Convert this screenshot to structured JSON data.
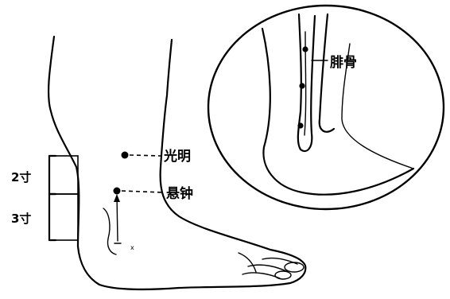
{
  "labels": {
    "guangming": "光明",
    "xuanzhong": "悬钟",
    "fibula": "腓骨",
    "measure_upper": "2寸",
    "measure_lower": "3寸",
    "tiny_mark": "x"
  },
  "colors": {
    "ink": "#000000",
    "paper": "#ffffff"
  }
}
